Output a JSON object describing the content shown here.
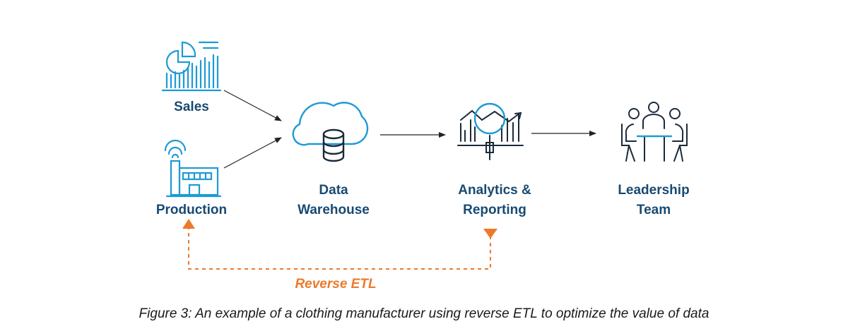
{
  "nodes": {
    "sales": {
      "label": "Sales",
      "icon": "sales-chart-icon"
    },
    "production": {
      "label": "Production",
      "icon": "factory-icon"
    },
    "warehouse": {
      "line1": "Data",
      "line2": "Warehouse",
      "icon": "cloud-database-icon"
    },
    "analytics": {
      "line1": "Analytics &",
      "line2": "Reporting",
      "icon": "analytics-chart-icon"
    },
    "leadership": {
      "line1": "Leadership",
      "line2": "Team",
      "icon": "meeting-icon"
    }
  },
  "feedback": {
    "label": "Reverse ETL"
  },
  "caption": "Figure 3: An example of a clothing manufacturer using reverse ETL to optimize the value of data",
  "colors": {
    "icon_blue": "#1d9ad6",
    "icon_dark": "#1b2a3a",
    "label_blue": "#184a72",
    "arrow": "#222222",
    "etl_orange": "#ec7a2c"
  }
}
